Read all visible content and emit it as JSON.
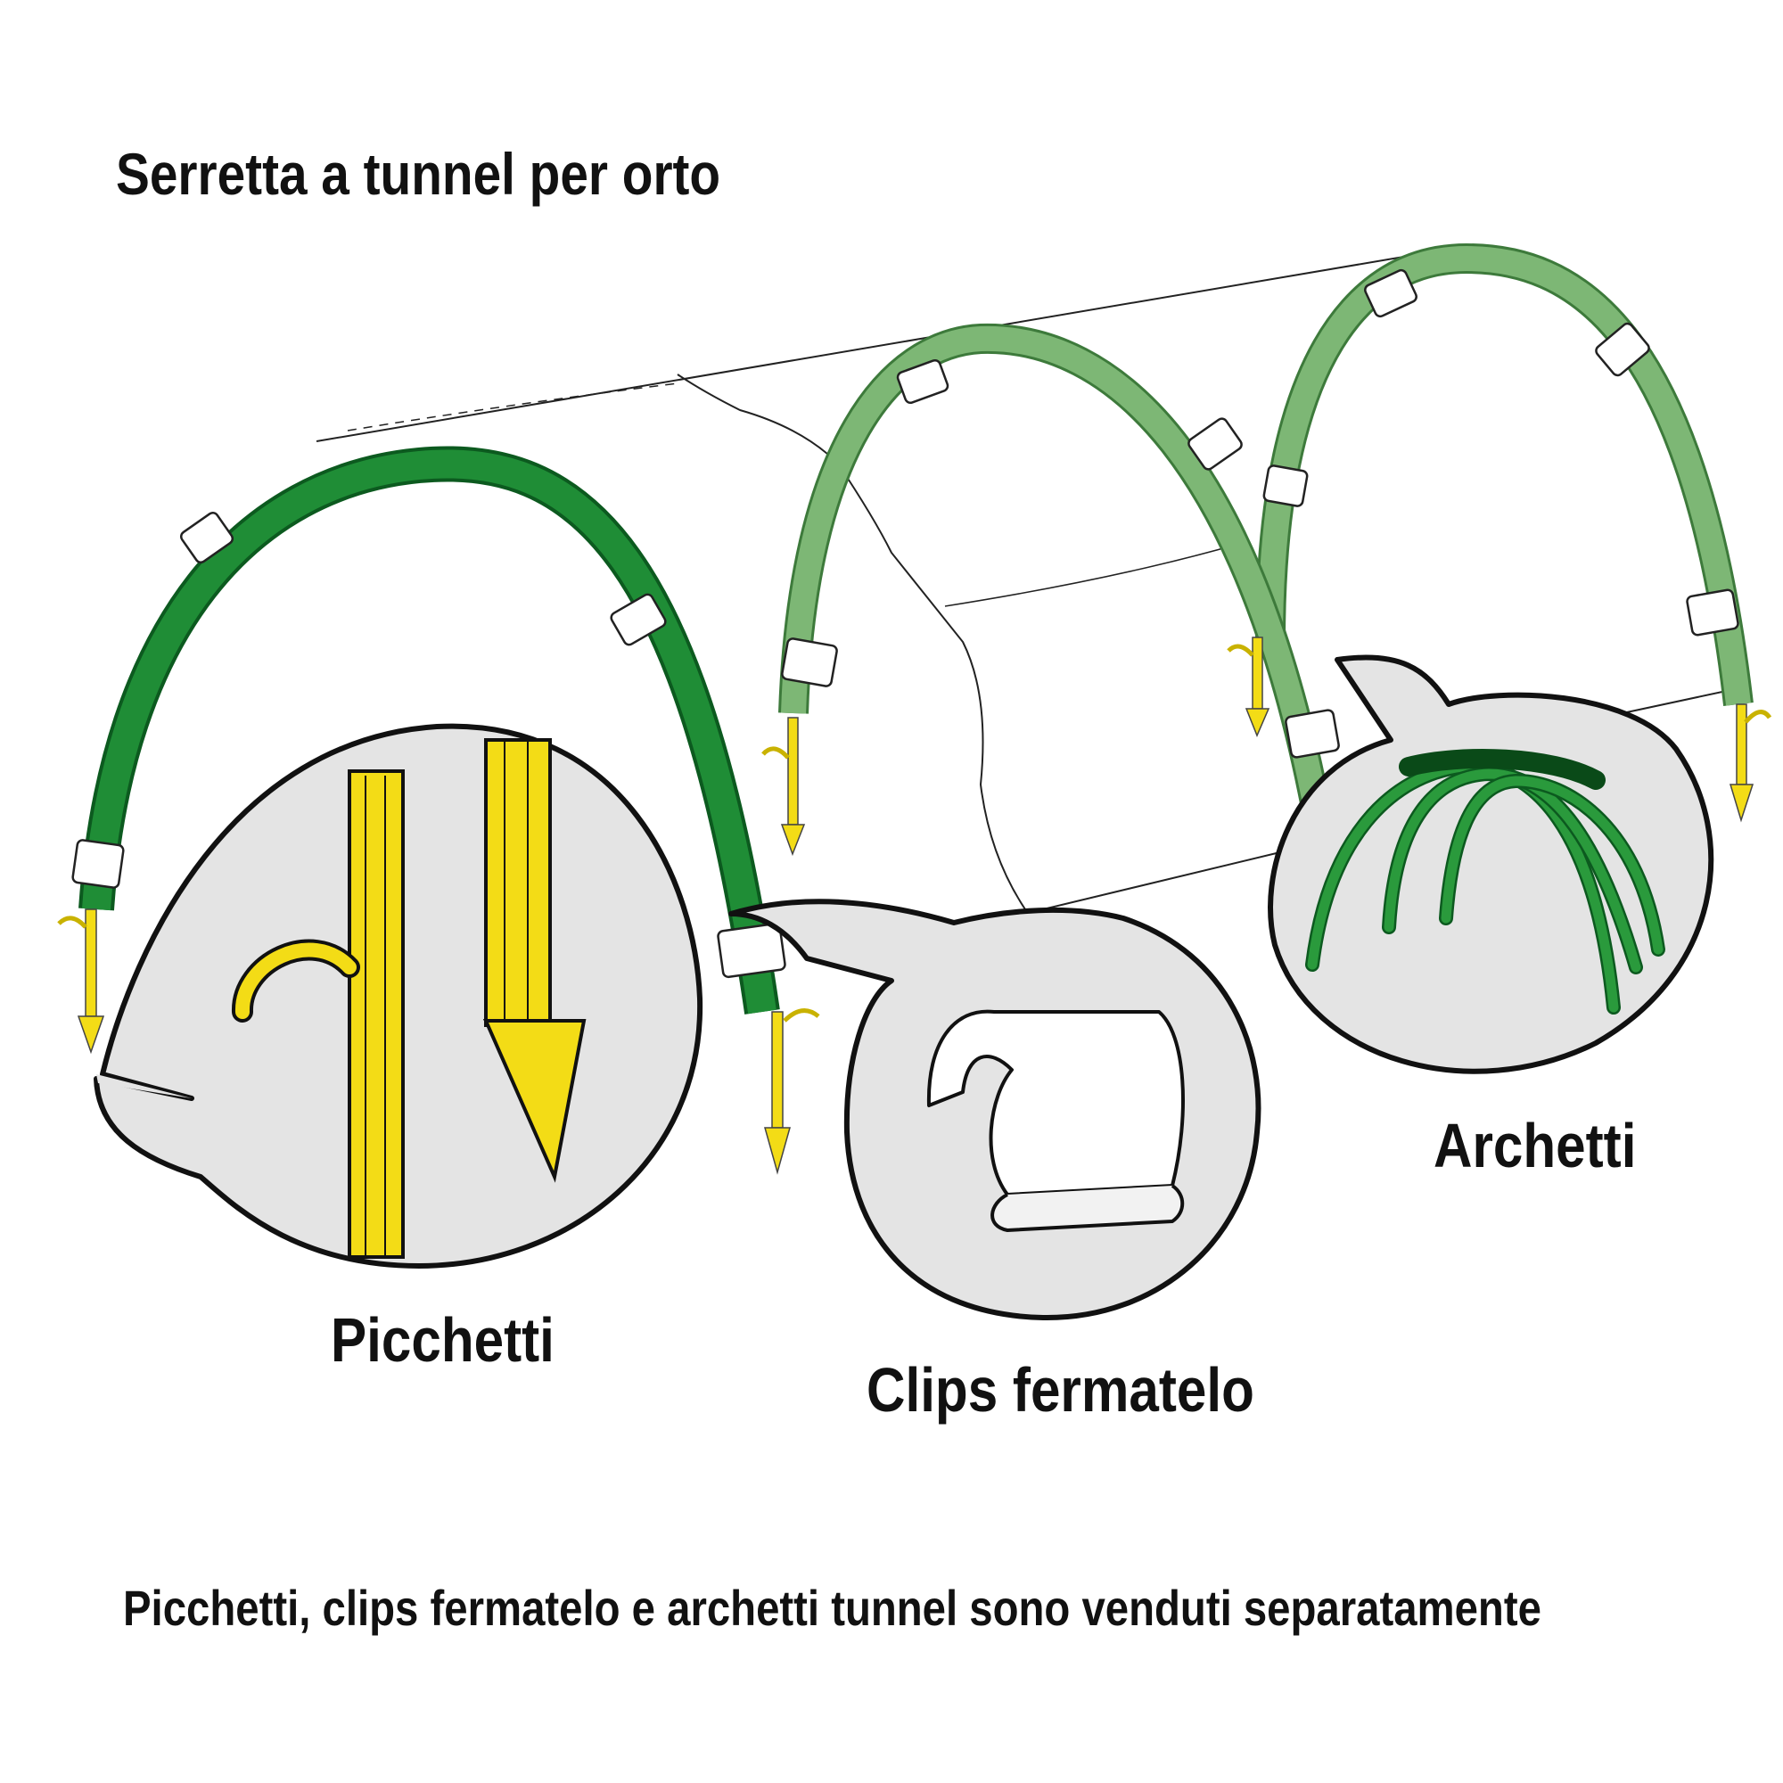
{
  "title": "Serretta a tunnel per orto",
  "callouts": {
    "picchetti": "Picchetti",
    "clips": "Clips fermatelo",
    "archetti": "Archetti"
  },
  "footnote": "Picchetti, clips fermatelo e archetti tunnel sono venduti separatamente",
  "colors": {
    "hoop_front": "#1e8a34",
    "hoop_back": "#6fae69",
    "stake_yellow": "#f3dc16",
    "callout_fill": "#e4e4e4",
    "outline": "#111111"
  }
}
